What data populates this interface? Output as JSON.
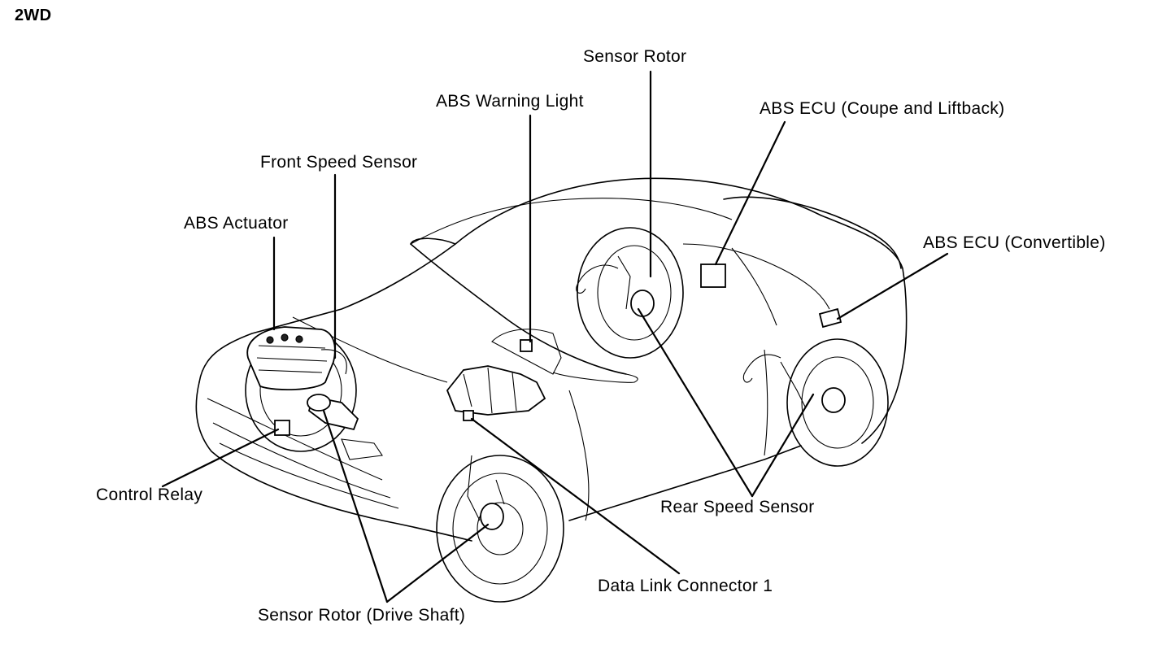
{
  "title": "2WD",
  "labels": {
    "sensor_rotor": "Sensor Rotor",
    "abs_warning_light": "ABS Warning Light",
    "abs_ecu_coupe": "ABS ECU (Coupe and Liftback)",
    "front_speed_sensor": "Front Speed Sensor",
    "abs_actuator": "ABS Actuator",
    "abs_ecu_convertible": "ABS ECU (Convertible)",
    "control_relay": "Control Relay",
    "rear_speed_sensor": "Rear Speed Sensor",
    "data_link_connector": "Data Link Connector 1",
    "sensor_rotor_drive_shaft": "Sensor Rotor (Drive Shaft)"
  }
}
